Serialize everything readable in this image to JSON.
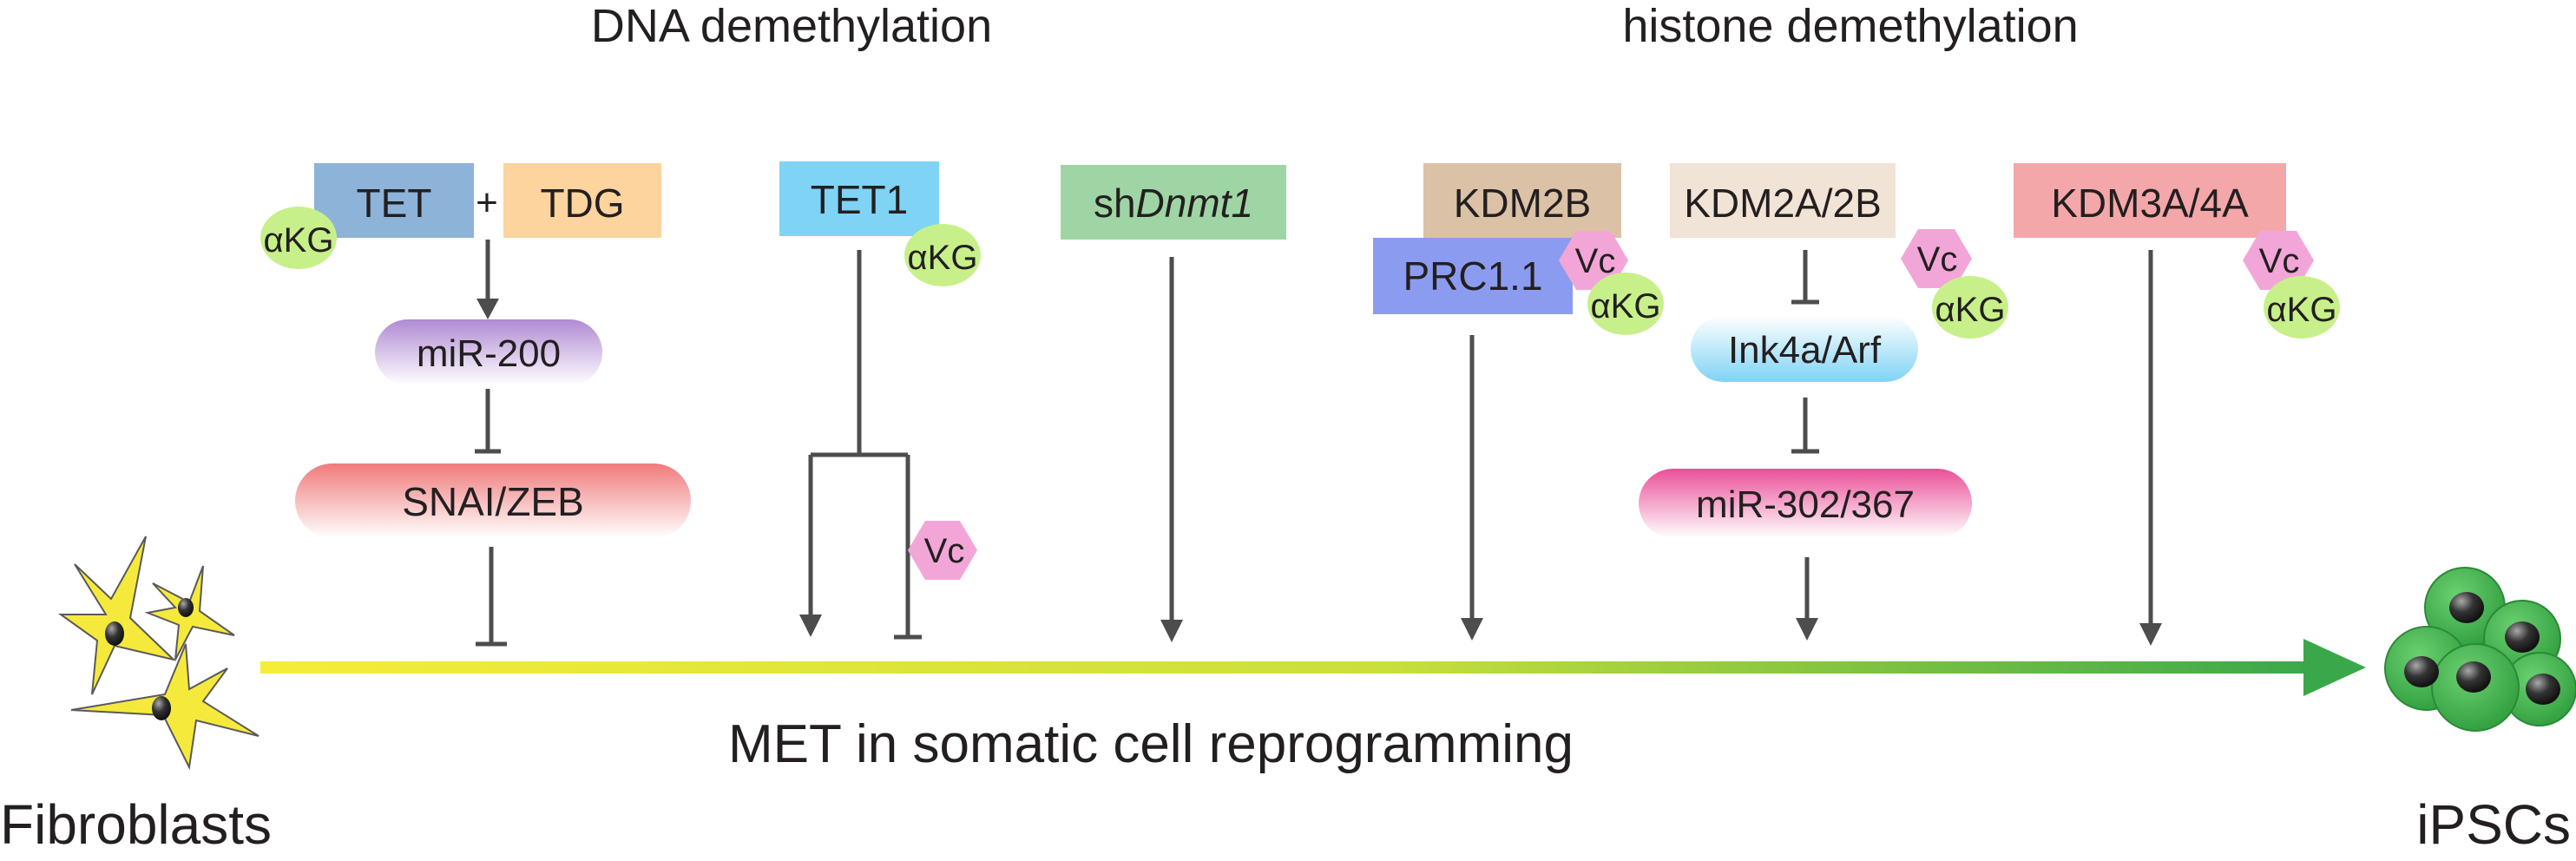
{
  "headings": {
    "dna": "DNA demethylation",
    "histone": "histone demethylation"
  },
  "main_label": "MET in somatic cell reprogramming",
  "start_label": "Fibroblasts",
  "end_label": "iPSCs",
  "plus": "+",
  "nodes": {
    "tet": "TET",
    "tdg": "TDG",
    "mir200": "miR-200",
    "snai": "SNAI/ZEB",
    "tet1": "TET1",
    "shdnmt1_prefix": "sh",
    "shdnmt1_gene": "Dnmt1",
    "kdm2b": "KDM2B",
    "prc11": "PRC1.1",
    "kdm2a2b": "KDM2A/2B",
    "ink4a": "Ink4a/Arf",
    "mir302": "miR-302/367",
    "kdm3a4a": "KDM3A/4A"
  },
  "cofactors": {
    "akg": "αKG",
    "vc": "Vc"
  },
  "colors": {
    "tet": "#8db3d9",
    "tdg": "#fdd49e",
    "tet1": "#7fd3f5",
    "shdnmt1": "#9fd5a4",
    "kdm2b": "#dbc2a6",
    "prc11": "#8b9cf0",
    "kdm2a2b": "#f1e3d6",
    "kdm3a4a": "#f4a7a9",
    "akg": "#c8f08a",
    "vc": "#f2a6d8",
    "arrow": "#4d4d4d",
    "met_start": "#f6ec3a",
    "met_end": "#3aa84a",
    "fibroblast": "#f5ea3c",
    "ipsc": "#3fb34f"
  }
}
